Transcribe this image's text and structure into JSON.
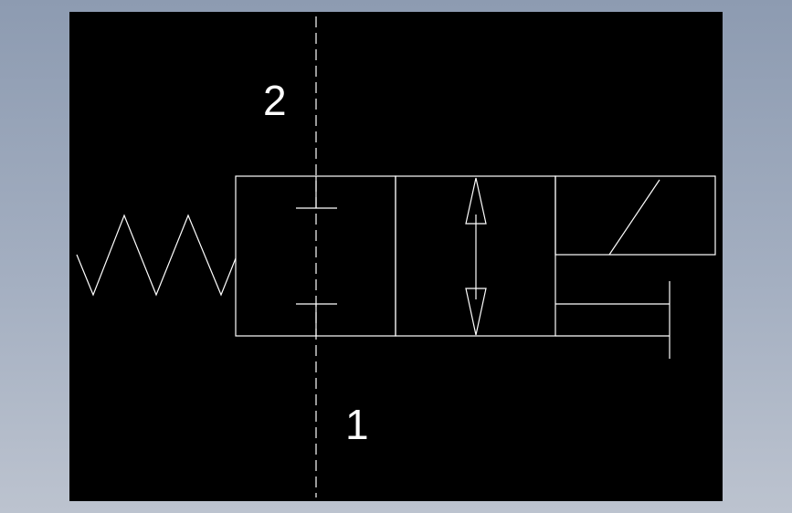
{
  "diagram": {
    "type": "pneumatic-valve-symbol",
    "description_visible": false,
    "colors": {
      "background": "#000000",
      "lines": "#ffffff",
      "frame": "#8d9bb1"
    },
    "ports": {
      "top_label": "2",
      "bottom_label": "1"
    },
    "icons": [
      "spring-icon",
      "solenoid-icon",
      "flow-arrow-icon"
    ]
  }
}
